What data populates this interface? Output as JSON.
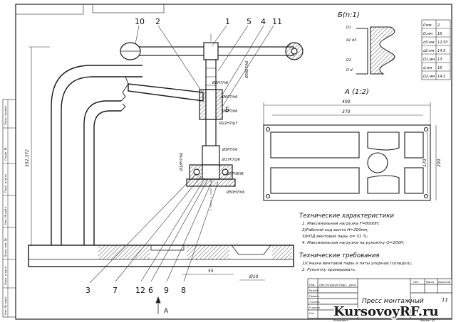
{
  "drawing": {
    "callouts": [
      "10",
      "2",
      "1",
      "5",
      "4",
      "11",
      "3",
      "7",
      "12",
      "6",
      "9",
      "8"
    ],
    "view_a_title": "А (1:2)",
    "view_b_title": "Б(n:1)",
    "section_arrow_a": "А",
    "section_marker_b": "Б",
    "fits": [
      "Ø8H7/h6",
      "Ø6P7/h6",
      "Ø6P7/h6",
      "Ø22H7/p7",
      "Ø18H7/h6",
      "Ø5P7/h6",
      "Ø17K7/p6",
      "Ø37H8/f6",
      "Ø50H7/h6",
      "Ø56E7/h6"
    ],
    "dimensions": {
      "width_400": "400",
      "width_370": "370",
      "height_170": "170",
      "height_200": "200",
      "height_total": "352,372",
      "bottom_55": "55",
      "bottom_10": "Ø10"
    }
  },
  "thread_table": {
    "rows": [
      [
        "P,мм",
        "2"
      ],
      [
        "D,мм",
        "16"
      ],
      [
        "d3,мм",
        "12,53"
      ],
      [
        "d2,мм",
        "14,5"
      ],
      [
        "D1,мм",
        "13"
      ],
      [
        "d,мм",
        "16"
      ],
      [
        "D2,мм",
        "14,5"
      ]
    ]
  },
  "tech_characteristics": {
    "title": "Технические характеристики",
    "items": [
      "1. Максимальная нагрузка F=8000Н;",
      "2)Рабочий ход винта H=200мм;",
      "3)КПД винтовой пары η= 31 %;",
      "4. Максимальная нагрузка на рукоятку Q=200Н;"
    ]
  },
  "tech_requirements": {
    "title": "Технические требования",
    "items": [
      "1)Смазка винтовой пары и пяты упорной (солидол);",
      "2. Рукоятку хромировать."
    ]
  },
  "title_block": {
    "name": "Пресс монтажный",
    "sheet": "11",
    "lit_header": "Лит.",
    "mass_header": "Масса",
    "scale_header": "Масштаб",
    "change_labels": [
      "Изм.",
      "Лист",
      "№ докум.",
      "Подп.",
      "Дата"
    ],
    "roles": [
      "Разраб.",
      "Провер.",
      "Т.контр.",
      "Н.контр.",
      "Утв."
    ],
    "copied": "Копировал",
    "format": "Формат A2"
  },
  "side_stamps": [
    "Перв. примен.",
    "Справ. №",
    "Подп. и дата",
    "Инв. № дубл.",
    "Взам. инв. №",
    "Подп. и дата",
    "Инв. № подл."
  ],
  "watermark": {
    "text": "KursovoyRF.ru"
  },
  "colors": {
    "line": "#1a1a1a",
    "hatch": "#222222",
    "watermark": "#1a1a1a"
  }
}
